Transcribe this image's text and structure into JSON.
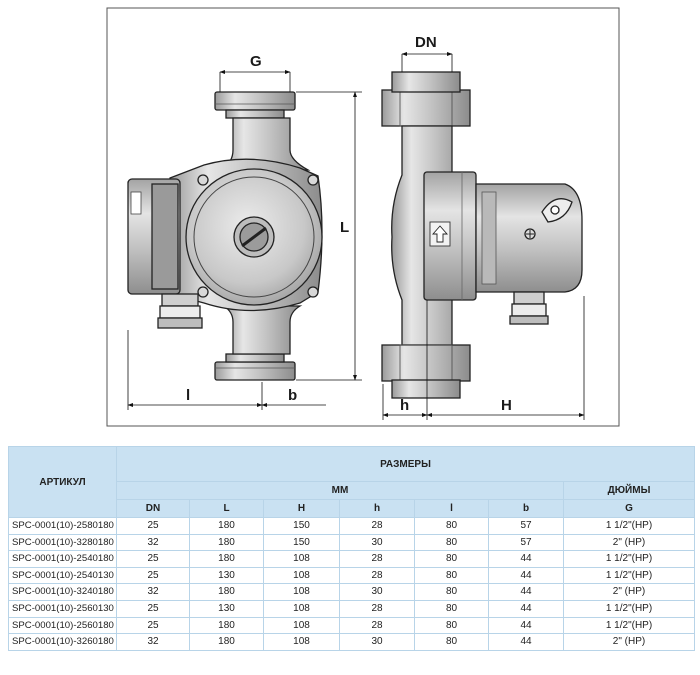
{
  "drawing": {
    "dimension_labels": {
      "G": "G",
      "DN": "DN",
      "L": "L",
      "l": "l",
      "b": "b",
      "h": "h",
      "H": "H"
    }
  },
  "table": {
    "header": {
      "article": "АРТИКУЛ",
      "sizes": "РАЗМЕРЫ",
      "mm": "ММ",
      "inches": "ДЮЙМЫ",
      "columns": [
        "DN",
        "L",
        "H",
        "h",
        "l",
        "b",
        "G"
      ]
    },
    "rows": [
      [
        "SPC-0001(10)-2580180",
        "25",
        "180",
        "150",
        "28",
        "80",
        "57",
        "1 1/2\"(НР)"
      ],
      [
        "SPC-0001(10)-3280180",
        "32",
        "180",
        "150",
        "30",
        "80",
        "57",
        "2\" (НР)"
      ],
      [
        "SPC-0001(10)-2540180",
        "25",
        "180",
        "108",
        "28",
        "80",
        "44",
        "1 1/2\"(НР)"
      ],
      [
        "SPC-0001(10)-2540130",
        "25",
        "130",
        "108",
        "28",
        "80",
        "44",
        "1 1/2\"(НР)"
      ],
      [
        "SPC-0001(10)-3240180",
        "32",
        "180",
        "108",
        "30",
        "80",
        "44",
        "2\" (НР)"
      ],
      [
        "SPC-0001(10)-2560130",
        "25",
        "130",
        "108",
        "28",
        "80",
        "44",
        "1 1/2\"(НР)"
      ],
      [
        "SPC-0001(10)-2560180",
        "25",
        "180",
        "108",
        "28",
        "80",
        "44",
        "1 1/2\"(НР)"
      ],
      [
        "SPC-0001(10)-3260180",
        "32",
        "180",
        "108",
        "30",
        "80",
        "44",
        "2\" (НР)"
      ]
    ]
  }
}
